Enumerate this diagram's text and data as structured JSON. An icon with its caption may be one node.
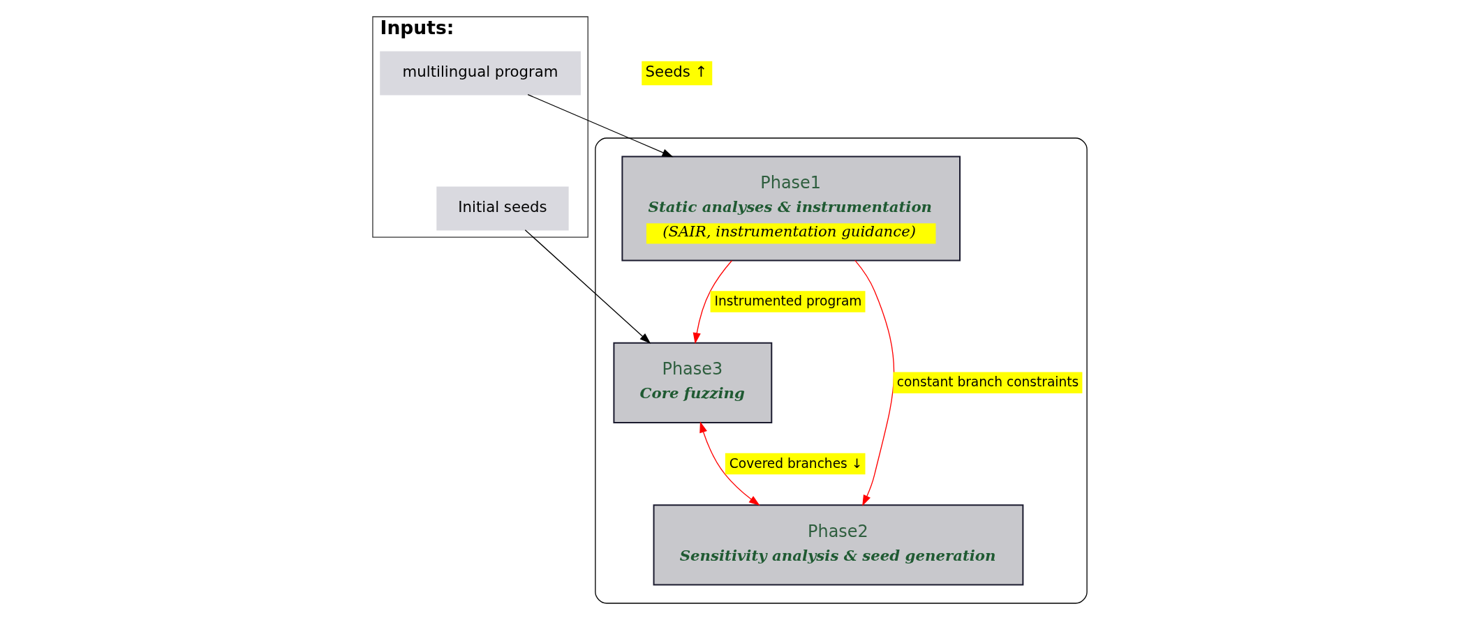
{
  "diagram": {
    "nodes": [
      {
        "text": [
          "Inputs:"
        ]
      },
      {
        "text": [
          "multilingual program"
        ],
        "in": 0
      },
      {
        "text": [
          "Initial seeds"
        ],
        "in": 0
      },
      {
        "text": [],
        "shape": "box"
      },
      {
        "text": [
          "Phase1",
          "Static analyses & instrumentation",
          "(SAIR, instrumentation guidance)"
        ],
        "in": 3
      },
      {
        "text": [
          "Phase3",
          "Core fuzzing"
        ],
        "in": 3
      },
      {
        "text": [
          "Phase2",
          "Sensitivity analysis & seed generation"
        ],
        "in": 3
      }
    ],
    "edges": [
      {
        "from": 1,
        "to": 4,
        "arrow": "to",
        "color": "#000000"
      },
      {
        "from": 2,
        "to": 5,
        "arrow": "to",
        "color": "#000000"
      },
      {
        "from": 4,
        "to": 5,
        "arrow": "to",
        "label": "Instrumented program"
      },
      {
        "from": 4,
        "to": 6,
        "arrow": "to",
        "label": "constant branch constraints"
      },
      {
        "from": 5,
        "to": 6,
        "arrow": "both",
        "label": "Covered branches ↓"
      }
    ],
    "labels": [
      "Seeds ↑"
    ]
  }
}
